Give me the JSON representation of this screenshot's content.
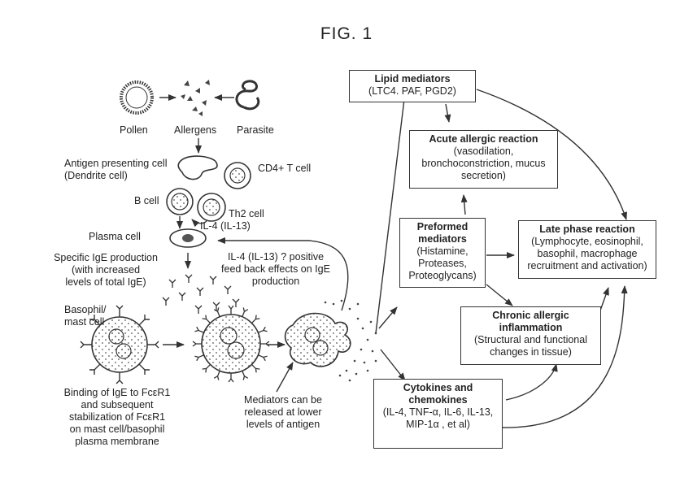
{
  "figure": {
    "title": "FIG. 1"
  },
  "left": {
    "pollen": "Pollen",
    "allergens": "Allergens",
    "parasite": "Parasite",
    "apc": [
      "Antigen presenting cell",
      "(Dendrite cell)"
    ],
    "cd4": "CD4+ T cell",
    "bcell": "B cell",
    "th2": "Th2 cell",
    "il4": "IL-4 (IL-13)",
    "plasma": "Plasma cell",
    "ige_prod": [
      "Specific IgE production",
      "(with increased",
      "levels of total IgE)"
    ],
    "feedback": [
      "IL-4 (IL-13) ? positive",
      "feed back effects on IgE",
      "production"
    ],
    "basophil": [
      "Basophil/",
      "mast cell"
    ],
    "binding": [
      "Binding of IgE to FcεR1",
      "and subsequent",
      "stabilization of FcεR1",
      "on mast cell/basophil",
      "plasma membrane"
    ],
    "mediators_note": [
      "Mediators can be",
      "released at lower",
      "levels of antigen"
    ]
  },
  "boxes": {
    "lipid": {
      "title": "Lipid mediators",
      "body": "(LTC4. PAF, PGD2)"
    },
    "acute": {
      "title": "Acute allergic reaction",
      "body": [
        "(vasodilation,",
        "bronchoconstriction, mucus",
        "secretion)"
      ]
    },
    "preformed": {
      "title": [
        "Preformed",
        "mediators"
      ],
      "body": [
        "(Histamine,",
        "Proteases,",
        "Proteoglycans)"
      ]
    },
    "late": {
      "title": "Late phase reaction",
      "body": [
        "(Lymphocyte, eosinophil,",
        "basophil, macrophage",
        "recruitment and activation)"
      ]
    },
    "chronic": {
      "title": [
        "Chronic allergic",
        "inflammation"
      ],
      "body": [
        "(Structural and functional",
        "changes in tissue)"
      ]
    },
    "cytokines": {
      "title": [
        "Cytokines and",
        "chemokines"
      ],
      "body": [
        "(IL-4, TNF-α, IL-6, IL-13,",
        "MIP-1α , et al)"
      ]
    }
  }
}
